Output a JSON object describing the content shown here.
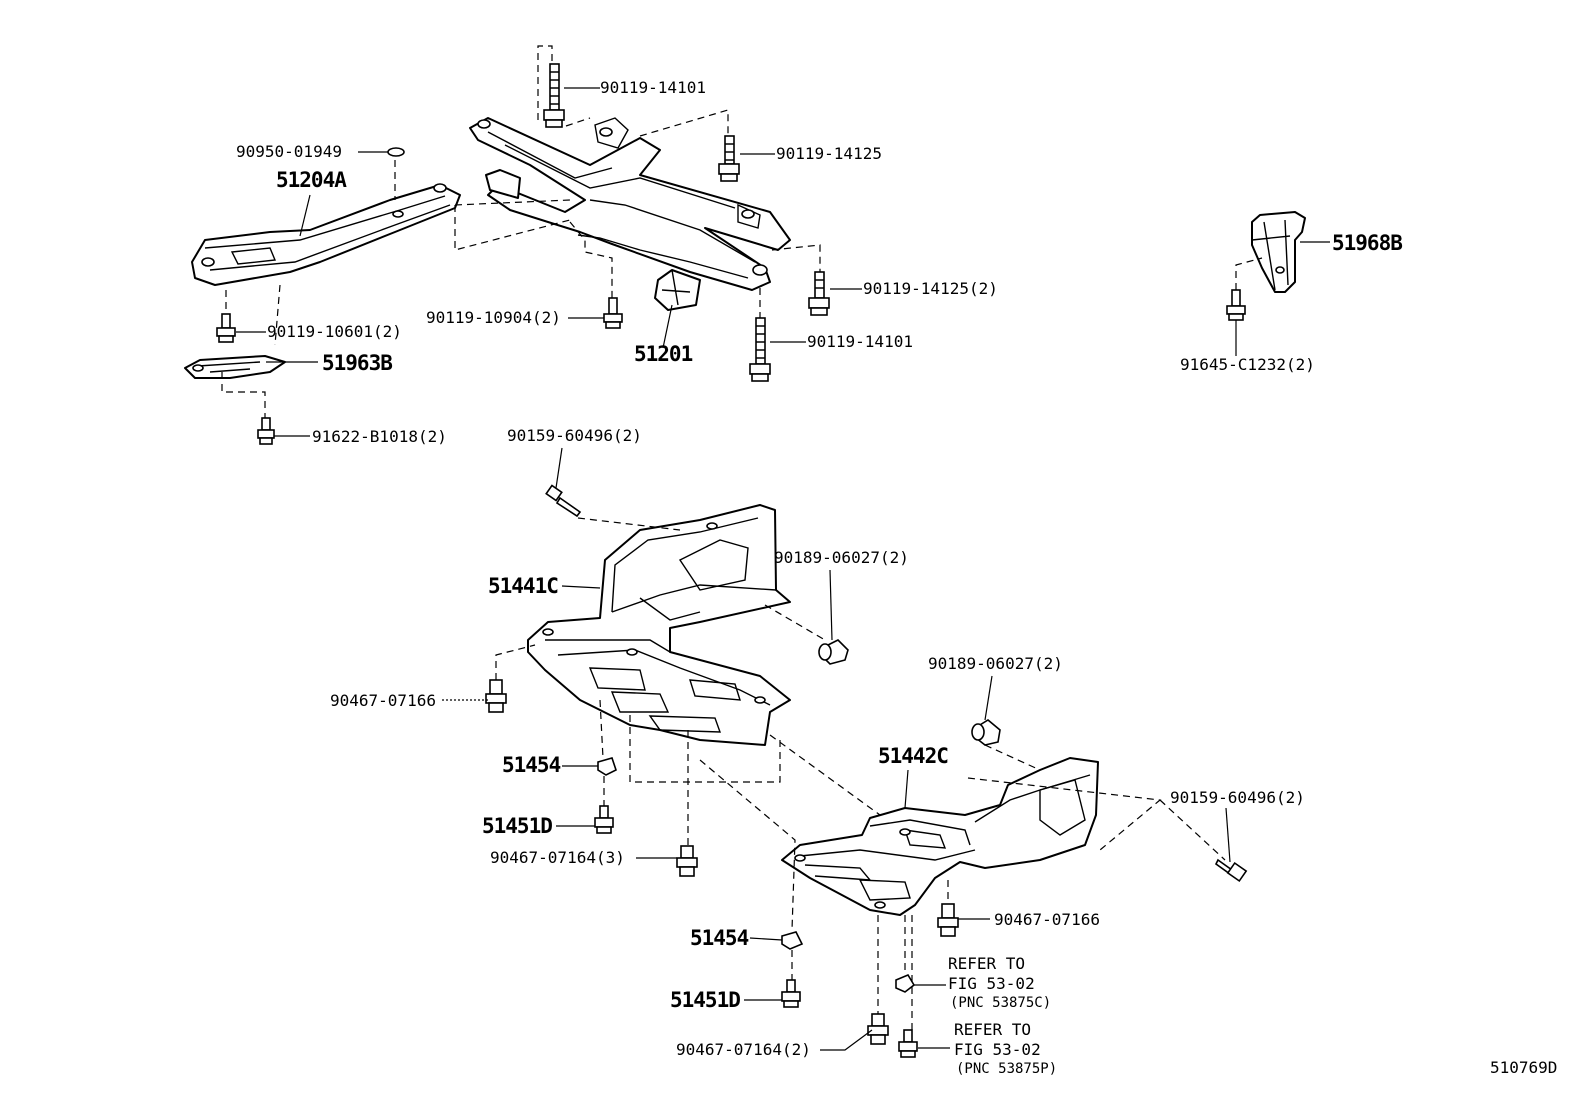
{
  "labels": {
    "p90119_14101_top": "90119-14101",
    "p90950_01949": "90950-01949",
    "p51204A": "51204A",
    "p90119_14125": "90119-14125",
    "p90119_14125_2": "90119-14125(2)",
    "p90119_10904_2": "90119-10904(2)",
    "p51201": "51201",
    "p90119_14101_bot": "90119-14101",
    "p90119_10601_2": "90119-10601(2)",
    "p51963B": "51963B",
    "p91622_B1018_2": "91622-B1018(2)",
    "p51968B": "51968B",
    "p91645_C1232_2": "91645-C1232(2)",
    "p90159_60496_2_a": "90159-60496(2)",
    "p90189_06027_2_a": "90189-06027(2)",
    "p51441C": "51441C",
    "p90467_07166_a": "90467-07166",
    "p90189_06027_2_b": "90189-06027(2)",
    "p51442C": "51442C",
    "p90159_60496_2_b": "90159-60496(2)",
    "p51454_a": "51454",
    "p51451D_a": "51451D",
    "p90467_07164_3": "90467-07164(3)",
    "p90467_07166_b": "90467-07166",
    "p51454_b": "51454",
    "p51451D_b": "51451D",
    "p90467_07164_2": "90467-07164(2)",
    "refer_a_1": "REFER TO",
    "refer_a_2": "FIG 53-02",
    "refer_a_3": "(PNC 53875C)",
    "refer_b_1": "REFER TO",
    "refer_b_2": "FIG 53-02",
    "refer_b_3": "(PNC 53875P)",
    "drawing_no": "510769D"
  }
}
